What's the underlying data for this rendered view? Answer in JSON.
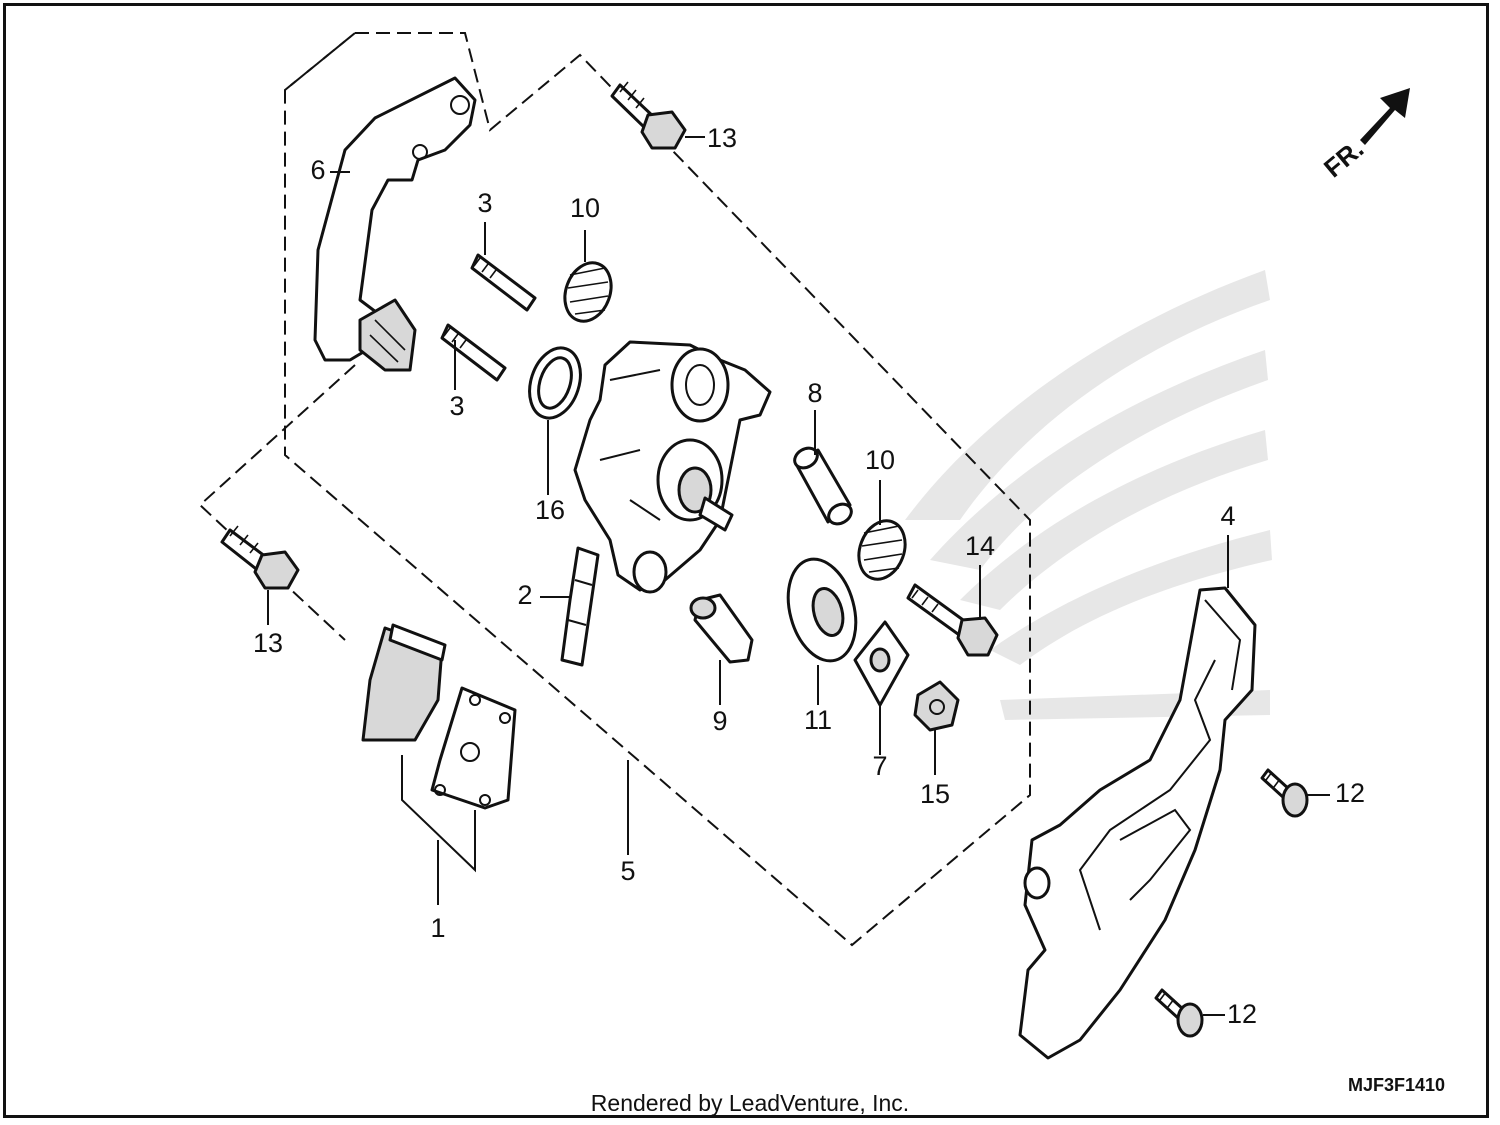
{
  "footer": "Rendered by LeadVenture, Inc.",
  "diagram_code": "MJF3F1410",
  "front_indicator": "FR.",
  "labels": {
    "p1": "1",
    "p2": "2",
    "p3a": "3",
    "p3b": "3",
    "p4": "4",
    "p5": "5",
    "p6": "6",
    "p7": "7",
    "p8": "8",
    "p9": "9",
    "p10a": "10",
    "p10b": "10",
    "p11": "11",
    "p12a": "12",
    "p12b": "12",
    "p13a": "13",
    "p13b": "13",
    "p14": "14",
    "p15": "15",
    "p16": "16"
  }
}
